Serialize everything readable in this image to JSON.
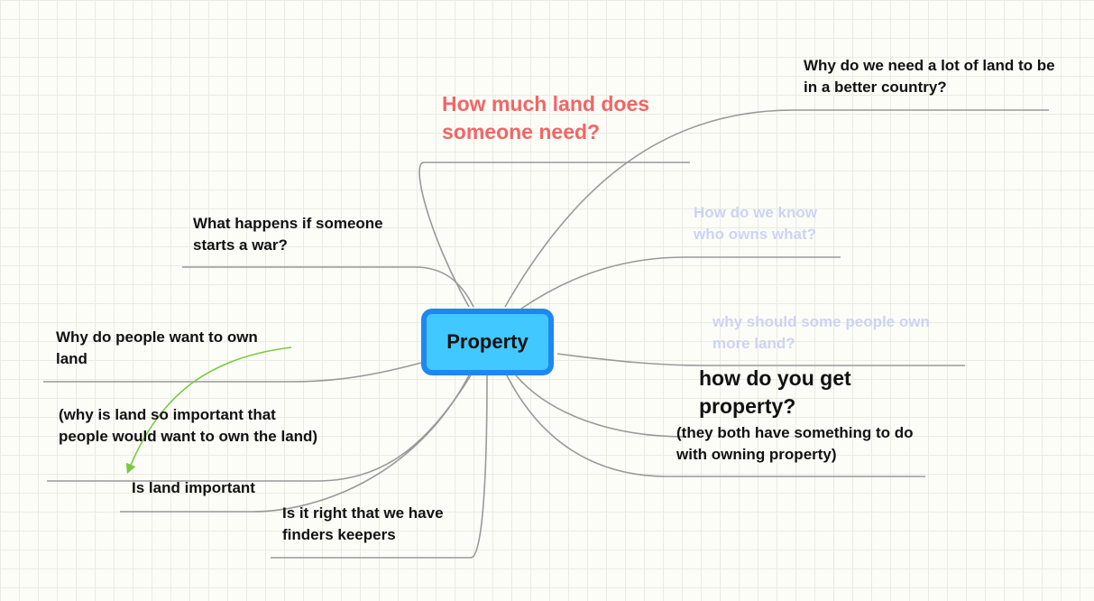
{
  "center": {
    "label": "Property"
  },
  "topics": {
    "land_need": "How much land does someone need?",
    "lot_of_land": "Why do we need a lot of land to be in a better country?",
    "war": "What happens if someone starts a war?",
    "who_owns": "How do we know who owns what?",
    "some_people": "why should some people own more land?",
    "why_own": "Why do people want to own land",
    "get_property": "how do you get property?",
    "both_have": "(they both have something to do with owning property)",
    "why_important": "(why is land so important that people would want to own the land)",
    "is_important": "Is land important",
    "finders_keepers": "Is it right that we have finders keepers"
  },
  "colors": {
    "line": "#999999",
    "arrow": "#7ac943",
    "center_fill": "#40c8ff",
    "center_border": "#1e88f0",
    "highlight_text": "#f36565",
    "faded_text": "#cdd3f4"
  }
}
